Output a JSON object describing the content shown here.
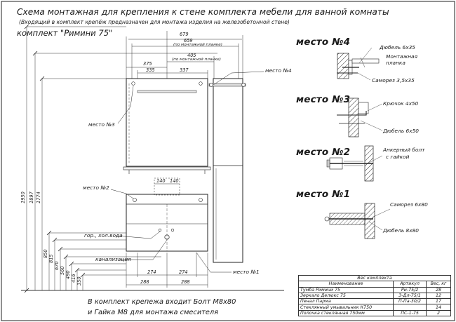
{
  "header": {
    "title": "Схема монтажная для крепления к стене комплекта мебели для ванной комнаты",
    "subtitle": "(Входящий в комплект крепёж предназначен для монтажа изделия на железобетонной стене)",
    "kit": "комплект \"Римини 75\""
  },
  "dimensions": {
    "top_679": "679",
    "top_659": "659",
    "top_659_note": "(по монтажной планке)",
    "top_405": "405",
    "top_405_note": "(по монтажной планке)",
    "d375": "375",
    "d335": "335",
    "d337": "337",
    "d140a": "140",
    "d140b": "140",
    "d274a": "274",
    "d274b": "274",
    "d288a": "288",
    "d288b": "288",
    "v1950": "1950",
    "v1897": "1897",
    "v1774": "1774",
    "v850": "850",
    "v815": "815",
    "v670": "670",
    "v560": "560",
    "v490": "490",
    "v416": "416",
    "v350": "350"
  },
  "front_labels": {
    "mesto4": "место №4",
    "mesto3": "место №3",
    "mesto2": "место №2",
    "mesto1": "место №1",
    "water": "гор., хол.вода",
    "sewer": "канализация"
  },
  "details": {
    "m4": {
      "title": "место №4",
      "a": "Дюбель 6х35",
      "b1": "Монтажная",
      "b2": "планка",
      "c": "Саморез 3,5х35"
    },
    "m3": {
      "title": "место №3",
      "a": "Крючок 4х50",
      "b": "Дюбель 6х50"
    },
    "m2": {
      "title": "место №2",
      "a1": "Анкерный болт",
      "a2": "с гайкой"
    },
    "m1": {
      "title": "место №1",
      "a": "Саморез 6х80",
      "b": "Дюбель 8х80"
    }
  },
  "footer": {
    "line1": "В комплект крепежа входит Болт М8х80",
    "line2": "и Гайка М8 для монтажа смесителя"
  },
  "weights": {
    "caption": "Вес комплекта",
    "headers": [
      "Наименование",
      "Артикул",
      "Вес, кг"
    ],
    "rows": [
      [
        "Тумба Римини 75",
        "Ри-75/2",
        "28"
      ],
      [
        "Зеркало Делюкс 75",
        "З-Дл-75/1",
        "12"
      ],
      [
        "Пенал Парма",
        "П-Па-30/2",
        "17"
      ],
      [
        "Стеклянный умывальник К750",
        "",
        "14"
      ],
      [
        "Полочка стеклянная 750мм",
        "ПС-1-75",
        "2"
      ]
    ]
  }
}
